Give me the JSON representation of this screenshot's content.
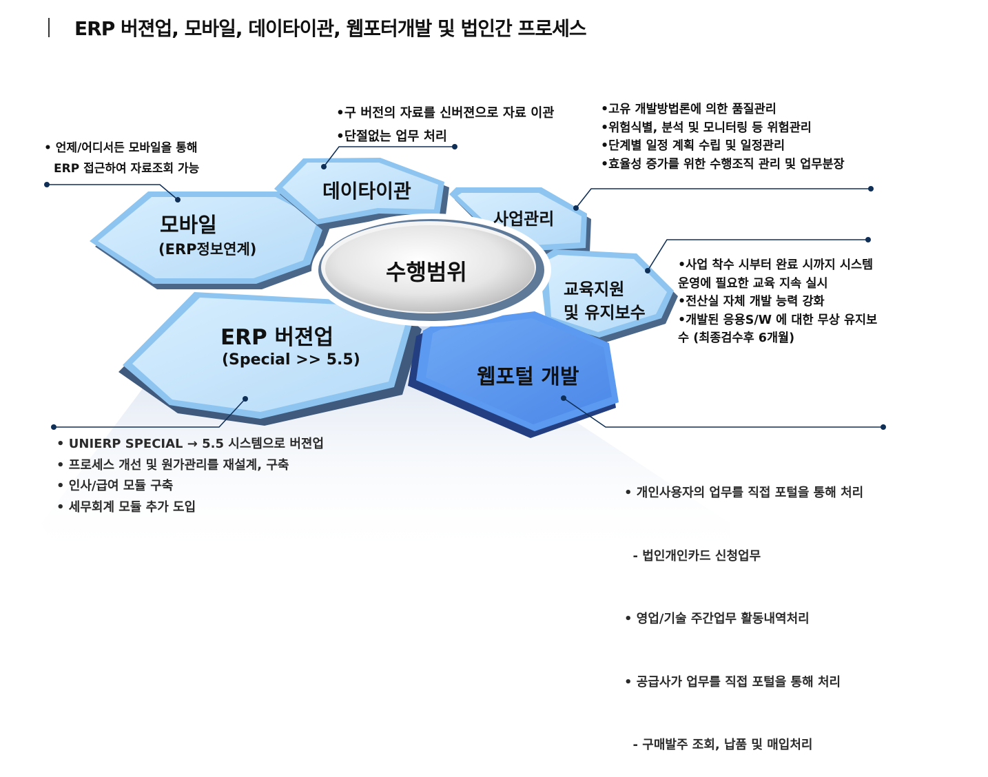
{
  "header": {
    "title": "ERP 버젼업, 모바일, 데이타이관, 웹포터개발 및 법인간 프로세스"
  },
  "center": {
    "label": "수행범위"
  },
  "segments": {
    "mobile": {
      "title": "모바일",
      "subtitle": "(ERP정보연계)"
    },
    "data_migration": {
      "title": "데이타이관"
    },
    "project_mgmt": {
      "title": "사업관리"
    },
    "training": {
      "title_line1": "교육지원",
      "title_line2": "및 유지보수"
    },
    "web_portal": {
      "title": "웹포털 개발"
    },
    "erp_upgrade": {
      "title": "ERP 버젼업",
      "subtitle": "(Special >> 5.5)"
    }
  },
  "notes": {
    "mobile": [
      "• 언제/어디서든 모바일을 통해",
      "  ERP 접근하여 자료조회 가능"
    ],
    "data_migration": [
      "•구 버전의 자료를 신버젼으로 자료 이관",
      "•단절없는 업무 처리"
    ],
    "project_mgmt": [
      "•고유 개발방법론에 의한 품질관리",
      "•위험식별, 분석 및 모니터링 등 위험관리",
      "•단계별 일정 계획 수립 및 일정관리",
      "•효율성 증가를 위한 수행조직 관리 및 업무분장"
    ],
    "training": [
      "•사업 착수 시부터 완료 시까지 시스템",
      "운영에 필요한 교육 지속 실시",
      "•전산실 자체 개발 능력 강화",
      "•개발된 응용S/W 에 대한 무상 유지보",
      "수 (최종검수후 6개월)"
    ],
    "erp_upgrade": [
      "• UNIERP SPECIAL → 5.5 시스템으로 버젼업",
      "• 프로세스 개선 및 원가관리를 재설계, 구축",
      "• 인사/급여 모듈 구축",
      "• 세무회계 모듈 추가 도입"
    ],
    "web_portal": [
      "• 개인사용자의 업무를 직접 포털을 통해 처리",
      "  - 법인개인카드 신청업무",
      "• 영업/기술 주간업무 활동내역처리",
      "• 공급사가 업무를 직접 포털을 통해 처리",
      "  - 구매발주 조회, 납품 및 매입처리"
    ]
  },
  "colors": {
    "segment_light": "#c9e6fb",
    "segment_border": "#8ec5f0",
    "segment_shadow": "#4a6688",
    "segment_highlight": "#5b9af0",
    "segment_highlight_shadow": "#233f82",
    "ellipse_fill": "#dcdcdc",
    "ellipse_ring": "#5f7a99",
    "connector": "#0f2f57"
  }
}
